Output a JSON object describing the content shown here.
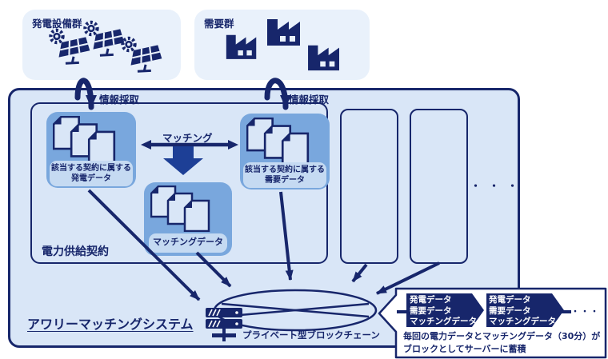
{
  "colors": {
    "navy": "#17266b",
    "panel_bg": "#e9f1fb",
    "main_bg": "#d9e6f7",
    "group_box_bg": "#79a7dd",
    "pill_bg": "#c5daf2",
    "block_arrow": "#1d3f96",
    "callout_bg": "#ffffff"
  },
  "generation_group": {
    "title": "発電設備群"
  },
  "demand_group": {
    "title": "需要群"
  },
  "system": {
    "title": "アワリーマッチングシステム",
    "contract_label": "電力供給契約",
    "info_capture_left": "情報採取",
    "info_capture_right": "情報採取",
    "matching_label": "マッチング",
    "gen_data": {
      "line1": "該当する契約に属する",
      "line2": "発電データ"
    },
    "demand_data": {
      "line1": "該当する契約に属する",
      "line2": "需要データ"
    },
    "matching_data": {
      "label": "マッチングデータ"
    },
    "blockchain_label": "プライベート型ブロックチェーン",
    "more_contracts_ellipsis": "・・・"
  },
  "callout": {
    "blocks": [
      {
        "lines": [
          "発電データ",
          "需要データ",
          "マッチングデータ"
        ]
      },
      {
        "lines": [
          "発電データ",
          "需要データ",
          "マッチングデータ"
        ]
      }
    ],
    "ellipsis": "・・・",
    "caption_line1": "毎回の電力データとマッチングデータ（30分）が",
    "caption_line2": "ブロックとしてサーバーに蓄積"
  }
}
